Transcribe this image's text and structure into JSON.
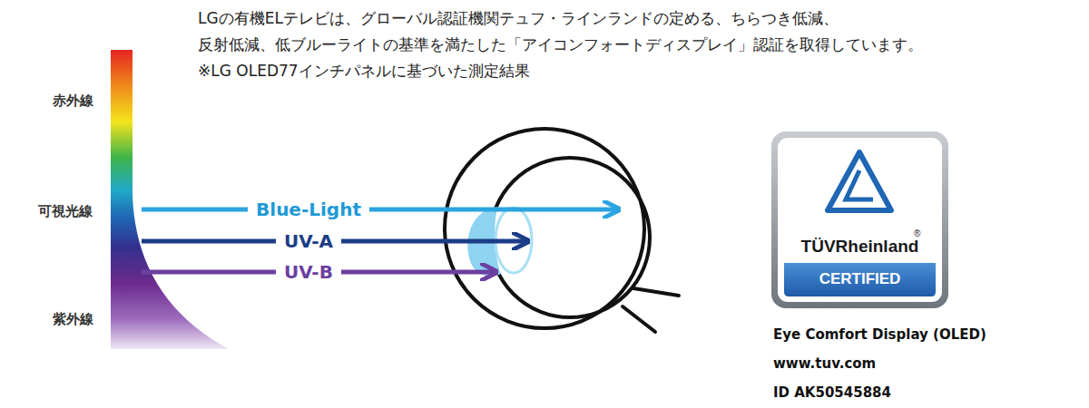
{
  "diagram": {
    "nodes": [
      {
        "text": [
          "TÜVRheinland",
          "®",
          "CERTIFIED"
        ]
      }
    ],
    "labels": [
      "LGの有機ELテレビは、グローバル認証機関テュフ・ラインランドの定める、ちらつき低減、 反射低減、低ブルーライトの基準を満たした「アイコンフォートディスプレイ」認証を取得しています。",
      "※LG OLED77インチパネルに基づいた測定結果",
      "赤外線",
      "可視光線",
      "紫外線",
      "Blue-Light",
      "UV-A",
      "UV-B",
      "Eye Comfort Display (OLED)",
      "www.tuv.com",
      "ID AK50545884"
    ]
  }
}
